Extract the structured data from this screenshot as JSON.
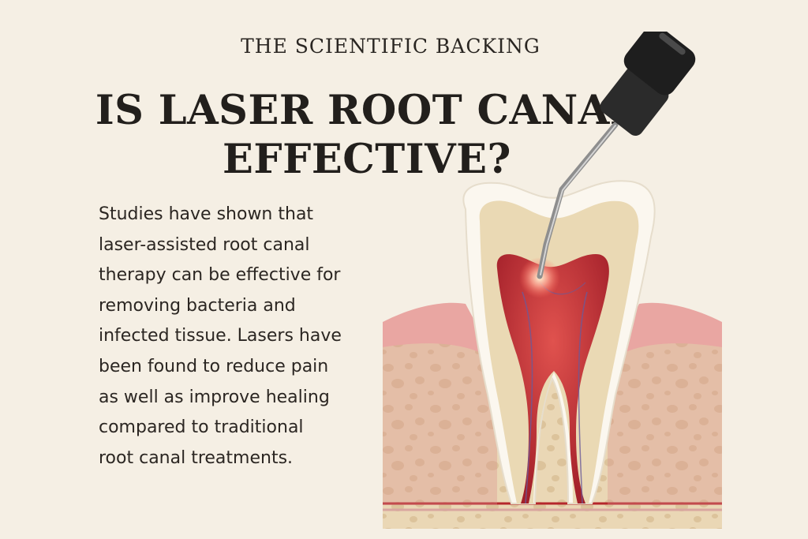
{
  "eyebrow": "THE SCIENTIFIC BACKING",
  "headline": {
    "line1": "IS LASER ROOT CANAL",
    "line2": "EFFECTIVE?"
  },
  "body": {
    "lines": [
      "Studies have shown that",
      "laser-assisted root canal",
      "therapy can be effective for",
      "removing bacteria and",
      "infected tissue. Lasers have",
      "been found to reduce pain",
      "as well as improve healing",
      "compared to traditional",
      "root canal treatments."
    ]
  },
  "colors": {
    "background": "#f5efe4",
    "text": "#221f1c",
    "enamel": "#fbf7ef",
    "dentin": "#ead9b4",
    "pulp": "#b5272c",
    "gum": "#e9a6a2",
    "bone": "#ead7b5"
  },
  "illustration": {
    "subject": "tooth-cross-section",
    "tool": "laser-probe-icon"
  }
}
